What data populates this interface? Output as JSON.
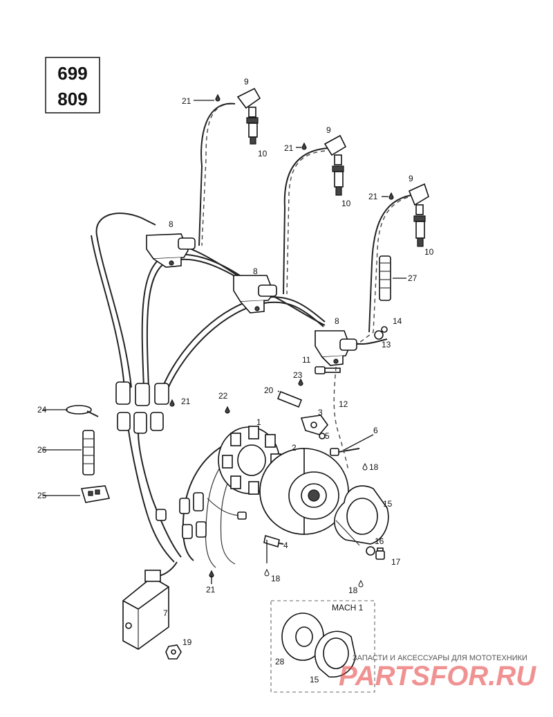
{
  "model_box": {
    "line1": "699",
    "line2": "809"
  },
  "callouts": {
    "c1": "1",
    "c2": "2",
    "c3": "3",
    "c4": "4",
    "c5": "5",
    "c6": "6",
    "c7": "7",
    "c8a": "8",
    "c8b": "8",
    "c8c": "8",
    "c9a": "9",
    "c9b": "9",
    "c9c": "9",
    "c10a": "10",
    "c10b": "10",
    "c10c": "10",
    "c11": "11",
    "c12": "12",
    "c13": "13",
    "c14": "14",
    "c15": "15",
    "c15b": "15",
    "c16": "16",
    "c17": "17",
    "c18a": "18",
    "c18b": "18",
    "c18c": "18",
    "c19": "19",
    "c20": "20",
    "c21a": "21",
    "c21b": "21",
    "c21c": "21",
    "c21d": "21",
    "c21e": "21",
    "c22": "22",
    "c23": "23",
    "c24": "24",
    "c25": "25",
    "c26": "26",
    "c27": "27",
    "c28": "28"
  },
  "inset": {
    "title": "MACH 1"
  },
  "watermark": {
    "text": "ЗАПАСТИ И АКСЕССУАРЫ ДЛЯ МОТОТЕХНИКИ",
    "logo": "PARTSFOR.RU"
  }
}
